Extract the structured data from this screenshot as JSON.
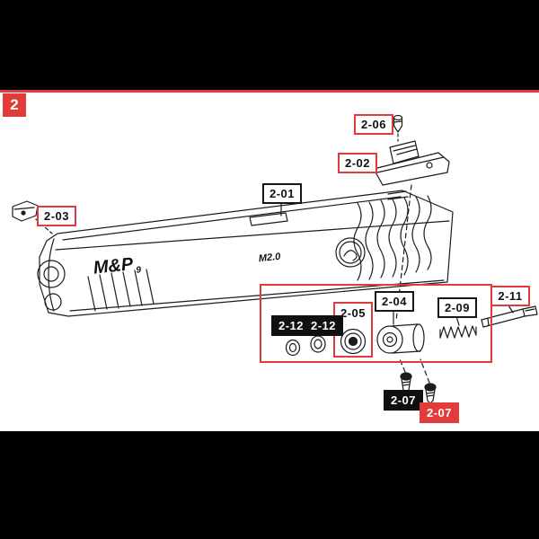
{
  "page": {
    "number": "2"
  },
  "colors": {
    "accent_red": "#e13b3b",
    "line_ink": "#1c1c1c"
  },
  "slide_markings": {
    "brand": "M&P",
    "caliber": "9",
    "model": "M2.0"
  },
  "labels": [
    {
      "id": "2-06",
      "text": "2-06"
    },
    {
      "id": "2-02",
      "text": "2-02"
    },
    {
      "id": "2-01",
      "text": "2-01"
    },
    {
      "id": "2-03",
      "text": "2-03"
    },
    {
      "id": "2-04",
      "text": "2-04"
    },
    {
      "id": "2-09",
      "text": "2-09"
    },
    {
      "id": "2-11",
      "text": "2-11"
    },
    {
      "id": "2-05",
      "text": "2-05"
    },
    {
      "id": "2-12",
      "text": "2-12"
    },
    {
      "id": "2-12",
      "text": "2-12"
    },
    {
      "id": "2-07",
      "text": "2-07"
    },
    {
      "id": "2-07",
      "text": "2-07"
    }
  ]
}
